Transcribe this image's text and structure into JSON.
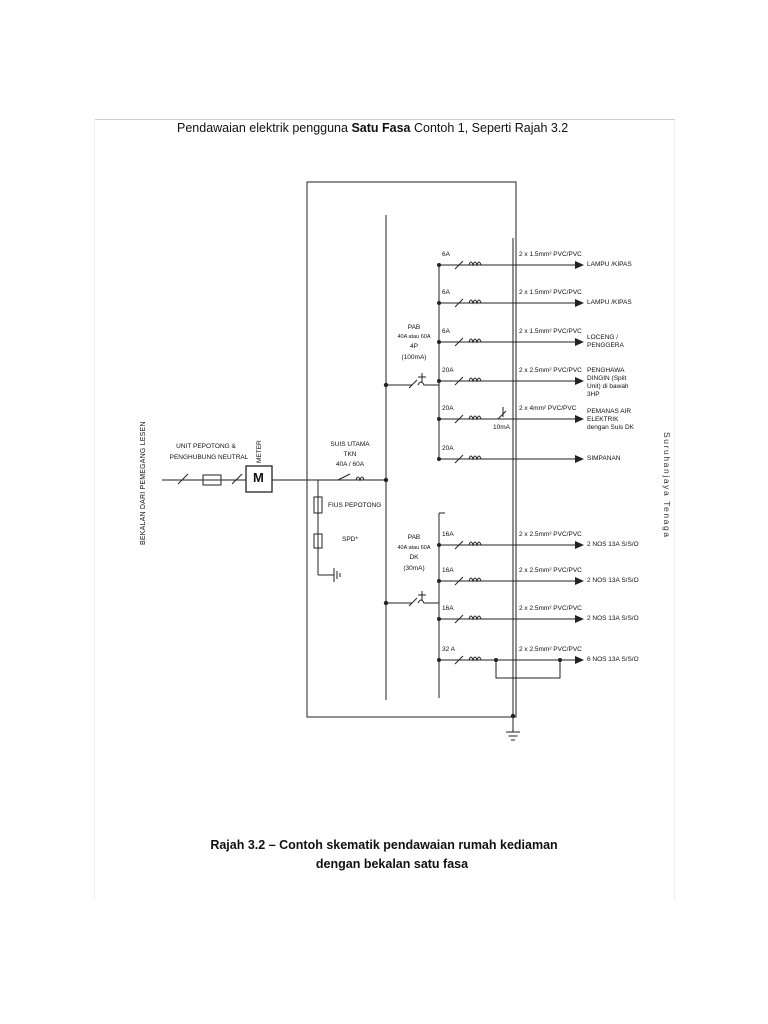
{
  "header": {
    "prefix": "Pendawaian elektrik pengguna ",
    "bold": "Satu Fasa",
    "suffix": " Contoh 1, Seperti Rajah 3.2"
  },
  "side_left": "BEKALAN DARI PEMEGANG LESEN",
  "side_right": "Suruhanjaya Tenaga",
  "caption": {
    "line1": "Rajah 3.2 – Contoh skematik pendawaian rumah kediaman",
    "line2": "dengan bekalan satu fasa"
  },
  "supply": {
    "unit_label": [
      "UNIT PEPOTONG &",
      "PENGHUBUNG NEUTRAL"
    ],
    "meter_label": "METER",
    "meter_symbol": "M",
    "main_switch": [
      "SUIS UTAMA",
      "TKN",
      "40A / 60A"
    ],
    "fius": "FIUS PEPOTONG",
    "spd": "SPD*"
  },
  "rcd_top": [
    "PAB",
    "40A atau 60A",
    "4P",
    "(100mA)"
  ],
  "rcd_bottom": [
    "PAB",
    "40A atau 60A",
    "DK",
    "(30mA)"
  ],
  "rcbo_label": "10mA",
  "circuits_top": [
    {
      "rating": "6A",
      "cable": "2 x 1.5mm² PVC/PVC",
      "load": [
        "LAMPU /KIPAS"
      ]
    },
    {
      "rating": "6A",
      "cable": "2 x 1.5mm² PVC/PVC",
      "load": [
        "LAMPU /KIPAS"
      ]
    },
    {
      "rating": "6A",
      "cable": "2 x 1.5mm² PVC/PVC",
      "load": [
        "LOCENG /",
        "PENGGERA"
      ]
    },
    {
      "rating": "20A",
      "cable": "2 x 2.5mm² PVC/PVC",
      "load": [
        "PENGHAWA",
        "DINGIN (Split",
        "Unit) di bawah",
        "3HP"
      ]
    },
    {
      "rating": "20A",
      "cable": "2 x 4mm² PVC/PVC",
      "load": [
        "PEMANAS AIR",
        "ELEKTRIK",
        "dengan Suis DK"
      ]
    },
    {
      "rating": "20A",
      "cable": "",
      "load": [
        "SIMPANAN"
      ]
    }
  ],
  "circuits_bottom": [
    {
      "rating": "16A",
      "cable": "2 x 2.5mm² PVC/PVC",
      "load": [
        "2 NOS 13A S/S/O"
      ]
    },
    {
      "rating": "16A",
      "cable": "2 x 2.5mm² PVC/PVC",
      "load": [
        "2 NOS 13A S/S/O"
      ]
    },
    {
      "rating": "16A",
      "cable": "2 x 2.5mm² PVC/PVC",
      "load": [
        "2 NOS 13A S/S/O"
      ]
    },
    {
      "rating": "32 A",
      "cable": "2 x 2.5mm² PVC/PVC",
      "load": [
        "6 NOS 13A S/S/O"
      ]
    }
  ]
}
